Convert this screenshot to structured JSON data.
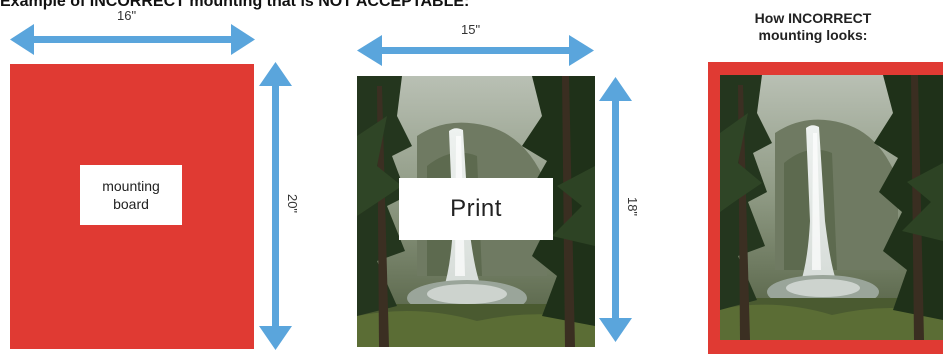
{
  "heading": "Example of INCORRECT mounting that is NOT ACCEPTABLE:",
  "right_heading": {
    "line1": "How INCORRECT",
    "line2": "mounting looks:"
  },
  "board": {
    "label_line1": "mounting",
    "label_line2": "board",
    "width_label": "16\"",
    "height_label": "20\""
  },
  "print": {
    "label": "Print",
    "width_label": "15\"",
    "height_label": "18\""
  },
  "colors": {
    "board_red": "#e03a33",
    "arrow_blue": "#5aa5dc"
  }
}
